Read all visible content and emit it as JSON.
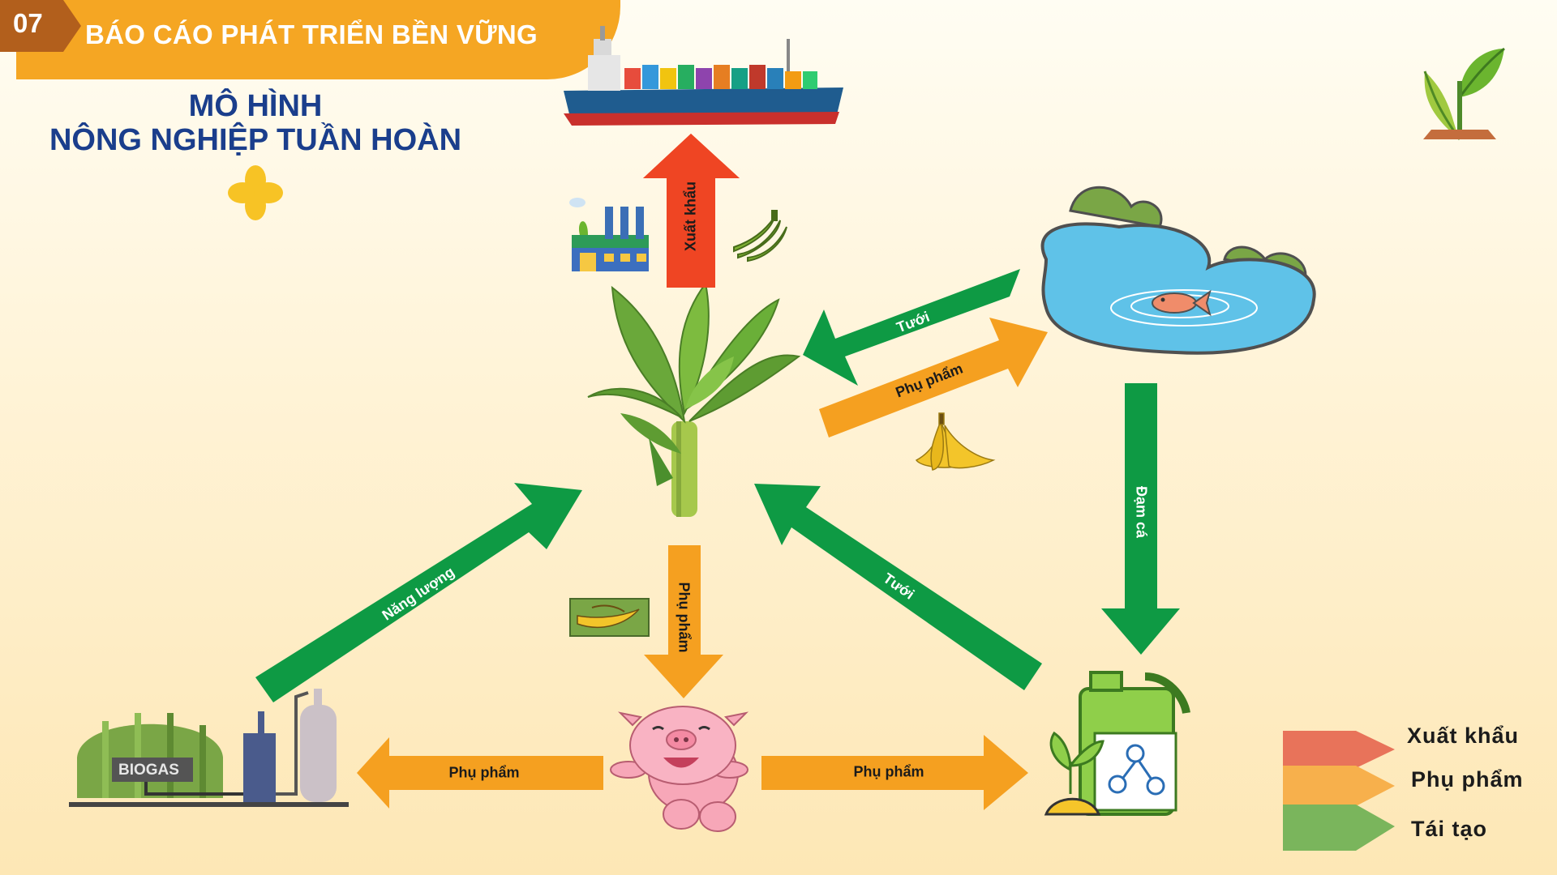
{
  "header": {
    "number": "07",
    "title": "BÁO CÁO PHÁT TRIỂN BỀN VỮNG"
  },
  "title": {
    "line1": "MÔ HÌNH",
    "line2": "NÔNG NGHIỆP TUẦN HOÀN"
  },
  "arrows": {
    "export": "Xuất khẩu",
    "pond_to_banana": "Tưới",
    "banana_to_pond": "Phụ phẩm",
    "banana_to_pig": "Phụ phẩm",
    "pond_to_fertilizer": "Đạm cá",
    "biogas_to_banana": "Năng lượng",
    "fertilizer_to_banana": "Tưới",
    "pig_to_biogas": "Phụ phẩm",
    "pig_to_fertilizer": "Phụ phẩm"
  },
  "biogas_label": "BIOGAS",
  "legend": [
    {
      "label": "Xuất khẩu",
      "color": "#e8735a"
    },
    {
      "label": "Phụ phẩm",
      "color": "#f7b04c"
    },
    {
      "label": "Tái tạo",
      "color": "#7ab55c"
    }
  ],
  "colors": {
    "orange": "#f5a020",
    "green": "#0e9a44",
    "red": "#ef4523",
    "navy": "#1a3e8c"
  }
}
